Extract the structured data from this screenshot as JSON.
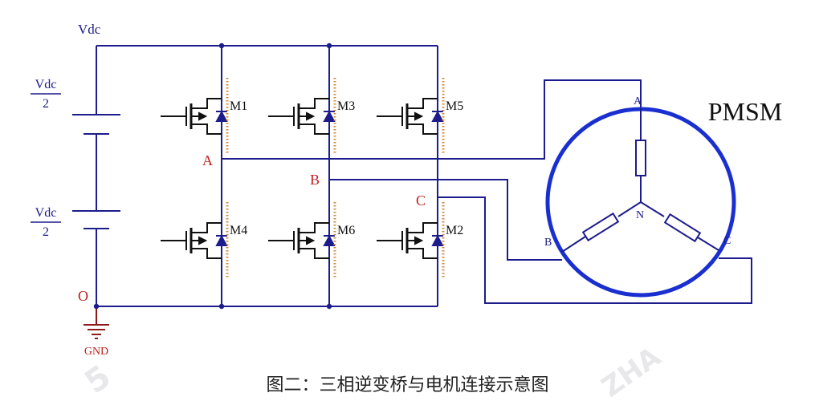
{
  "supply": {
    "top_label": "Vdc",
    "half_upper": {
      "numerator": "Vdc",
      "denominator": "2"
    },
    "half_lower": {
      "numerator": "Vdc",
      "denominator": "2"
    },
    "midpoint_label": "O",
    "ground_label": "GND"
  },
  "bridge": {
    "switches": [
      "M1",
      "M3",
      "M5",
      "M4",
      "M6",
      "M2"
    ],
    "phase_nodes": [
      "A",
      "B",
      "C"
    ]
  },
  "motor": {
    "name": "PMSM",
    "terminals": [
      "A",
      "B",
      "C"
    ],
    "neutral": "N"
  },
  "caption": "图二：三相逆变桥与电机连接示意图",
  "watermark": {
    "left": "5",
    "right": "ZHA"
  },
  "colors": {
    "wire": "#1c1c8c",
    "motor_ring": "#1a2fd0",
    "node_label": "#c02020",
    "component": "#111111",
    "ground": "#8b1a1a"
  }
}
